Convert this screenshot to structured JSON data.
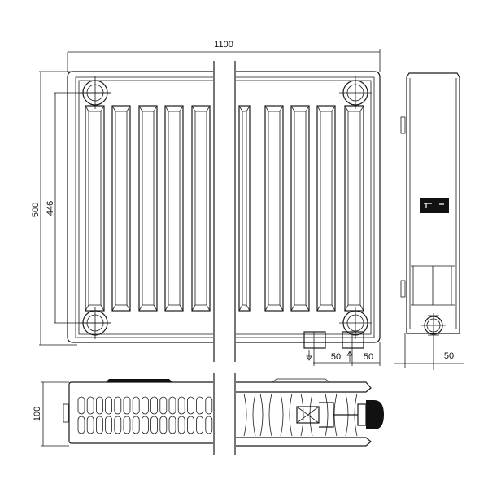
{
  "title": "Radiator technical drawing",
  "dimensions": {
    "overall_length": "1100",
    "overall_height": "500",
    "connection_spacing": "446",
    "front_offset_left": "50",
    "front_offset_right": "50",
    "side_offset": "50",
    "depth": "100"
  },
  "colors": {
    "line": "#1a1a1a",
    "background": "#ffffff"
  }
}
